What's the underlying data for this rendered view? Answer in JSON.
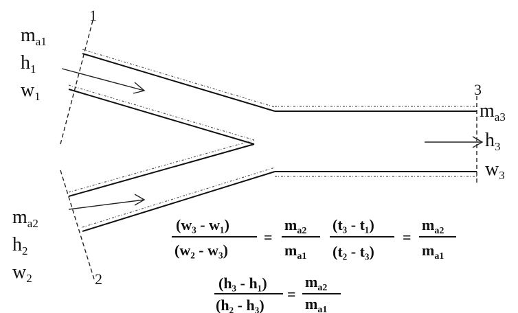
{
  "sections": {
    "s1": "1",
    "s2": "2",
    "s3": "3"
  },
  "inlet1": {
    "m": "m",
    "m_sub": "a1",
    "h": "h",
    "h_sub": "1",
    "w": "w",
    "w_sub": "1"
  },
  "inlet2": {
    "m": "m",
    "m_sub": "a2",
    "h": "h",
    "h_sub": "2",
    "w": "w",
    "w_sub": "2"
  },
  "outlet": {
    "m": "m",
    "m_sub": "a3",
    "h": "h",
    "h_sub": "3",
    "w": "w",
    "w_sub": "3"
  },
  "equations": {
    "eq1_num": "(w₃ - w₁)",
    "eq1_den": "(w₂ - w₃)",
    "eq2_num": "(t₃ - t₁)",
    "eq2_den": "(t₂ - t₃)",
    "eq3_num": "(h₃ - h₁)",
    "eq3_den": "(h₂ - h₃)",
    "ratio_num": "m",
    "ratio_num_sub": "a2",
    "ratio_den": "m",
    "ratio_den_sub": "a1",
    "equals": "="
  }
}
